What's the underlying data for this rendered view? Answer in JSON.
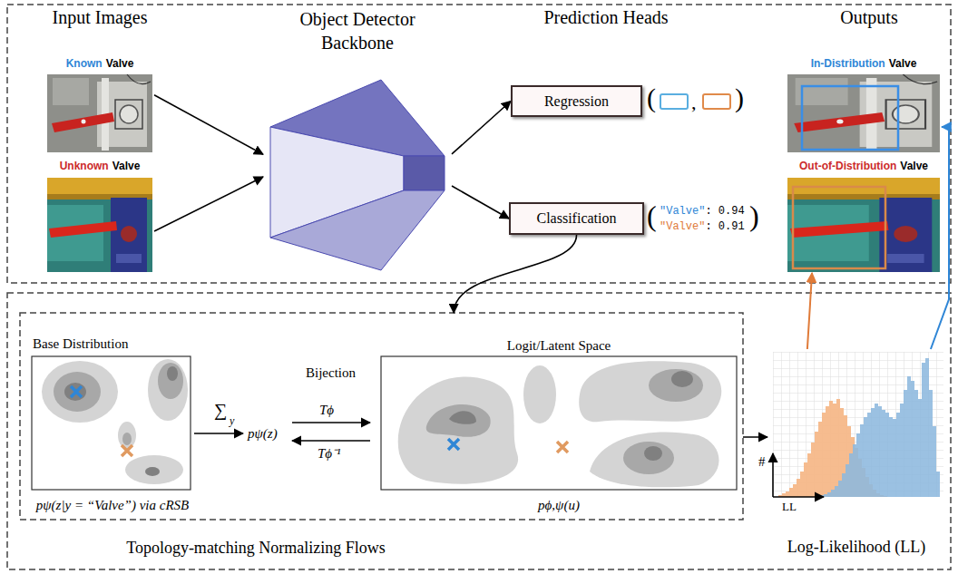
{
  "diagram": {
    "nodes": [
      {
        "text": [
          "Known",
          "Valve"
        ]
      },
      {
        "text": [
          "Unknown",
          "Valve"
        ]
      },
      {
        "text": [
          "Object Detector Backbone"
        ]
      },
      {
        "text": [
          "Regression"
        ]
      },
      {
        "text": [
          "Classification"
        ]
      },
      {
        "text": [
          "In-Distribution",
          "Valve"
        ]
      },
      {
        "text": [
          "Out-of-Distribution",
          "Valve"
        ]
      },
      {
        "text": [
          "Topology-matching Normalizing Flows"
        ]
      },
      {
        "text": [
          "Base Distribution",
          "pψ(z|y = “Valve”) via cRSB"
        ],
        "in": 7
      },
      {
        "text": [
          "Logit/Latent Space",
          "pϕ,ψ(u)"
        ],
        "in": 7
      },
      {
        "text": [
          "Log-Likelihood (LL)"
        ]
      }
    ],
    "edges": [
      {
        "from": 0,
        "to": 2,
        "arrow": "to"
      },
      {
        "from": 1,
        "to": 2,
        "arrow": "to"
      },
      {
        "from": 2,
        "to": 3,
        "arrow": "to"
      },
      {
        "from": 2,
        "to": 4,
        "arrow": "to"
      },
      {
        "from": 4,
        "to": 7,
        "arrow": "to"
      },
      {
        "from": 7,
        "to": 10,
        "arrow": "to"
      },
      {
        "from": 10,
        "to": 5,
        "arrow": "to"
      },
      {
        "from": 10,
        "to": 6,
        "arrow": "to"
      }
    ],
    "labels": [
      "Input Images",
      "Prediction Heads",
      "Outputs",
      "(",
      ",",
      ")",
      "(",
      "\"Valve\"",
      ": 0.94",
      "\"Valve\"",
      ": 0.91",
      ")",
      "Bijection",
      "∑",
      "y",
      "pψ(z)",
      "Tϕ",
      "Tϕ⁻¹",
      "#",
      "LL"
    ]
  }
}
